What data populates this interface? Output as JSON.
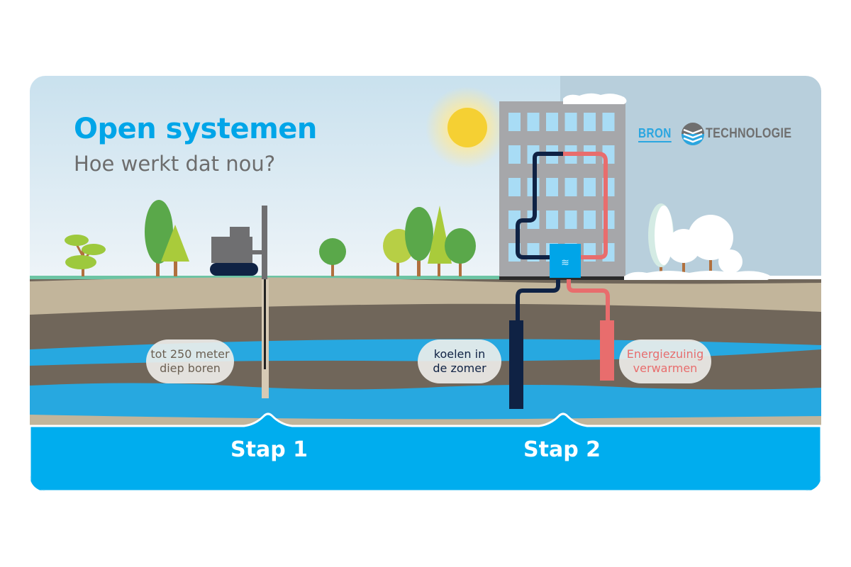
{
  "header": {
    "title": "Open systemen",
    "subtitle": "Hoe werkt dat nou?"
  },
  "logo": {
    "left_text": "BRON",
    "right_text": "TECHNOLOGIE",
    "icon": "wave-layers-icon"
  },
  "labels": {
    "drilling": [
      "tot 250 meter",
      "diep boren"
    ],
    "cooling": [
      "koelen in",
      "de zomer"
    ],
    "heating": [
      "Energiezuinig",
      "verwarmen"
    ]
  },
  "steps": [
    {
      "label": "Stap 1"
    },
    {
      "label": "Stap 2"
    }
  ],
  "colors": {
    "brand_blue": "#00a5e8",
    "cold_pipe": "#0f2244",
    "warm_pipe": "#e86d6d",
    "aquifer": "#27a8e0",
    "soil_dark": "#70665a",
    "soil_light": "#c2b59b",
    "sky_summer": "#cde3ef",
    "sky_winter": "#b8cfdc",
    "sun": "#f5d033",
    "building": "#a6a7aa",
    "window": "#a8dcf5"
  }
}
